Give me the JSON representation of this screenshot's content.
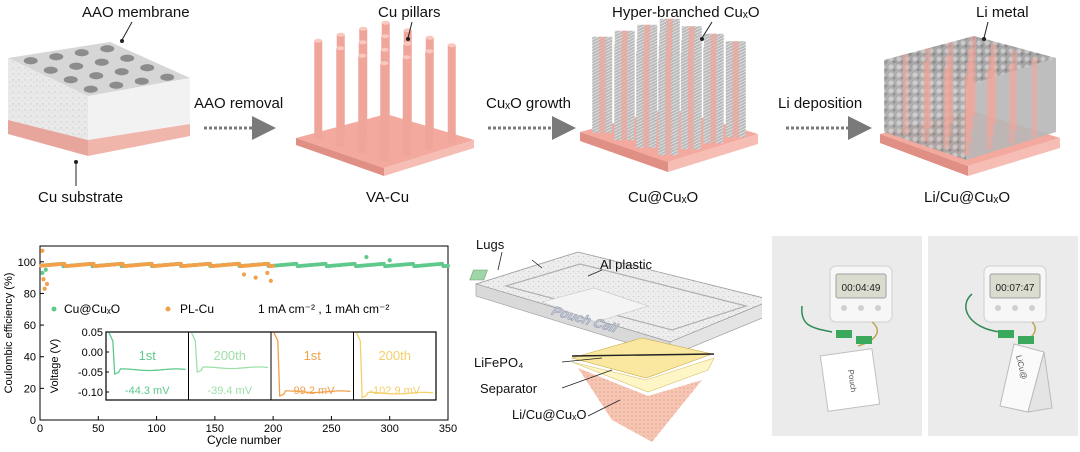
{
  "schematic": {
    "stage1": {
      "top_label": "AAO membrane",
      "bottom_label": "Cu substrate"
    },
    "arrow1": "AAO removal",
    "stage2": {
      "top_label": "Cu pillars",
      "bottom_label": "VA-Cu"
    },
    "arrow2": "CuₓO growth",
    "stage3": {
      "top_label": "Hyper-branched CuₓO",
      "bottom_label": "Cu@CuₓO"
    },
    "arrow3": "Li deposition",
    "stage4": {
      "top_label": "Li metal",
      "bottom_label": "Li/Cu@CuₓO"
    }
  },
  "chart_data": {
    "type": "scatter",
    "xlabel": "Cycle number",
    "ylabel": "Coulombic efficiency (%)",
    "xlim": [
      0,
      350
    ],
    "ylim": [
      0,
      110
    ],
    "xticks": [
      0,
      50,
      100,
      150,
      200,
      250,
      300,
      350
    ],
    "yticks": [
      0,
      20,
      40,
      60,
      80,
      100
    ],
    "condition": "1 mA cm⁻² , 1 mAh cm⁻²",
    "series": [
      {
        "name": "Cu@CuₓO",
        "color": "#5fc98c",
        "x_range": [
          1,
          350
        ],
        "typical_value": 98,
        "outliers": [
          [
            2,
            93
          ],
          [
            5,
            95
          ],
          [
            280,
            103
          ],
          [
            300,
            101
          ]
        ]
      },
      {
        "name": "PL-Cu",
        "color": "#f2a04a",
        "x_range": [
          1,
          200
        ],
        "typical_value": 98,
        "outliers": [
          [
            2,
            107
          ],
          [
            3,
            89
          ],
          [
            4,
            83
          ],
          [
            6,
            86
          ],
          [
            175,
            92
          ],
          [
            185,
            90
          ],
          [
            195,
            93
          ],
          [
            198,
            88
          ]
        ]
      }
    ],
    "inset": {
      "ylabel": "Voltage (V)",
      "ylim": [
        -0.12,
        0.05
      ],
      "yticks": [
        "0.05",
        "0.00",
        "-0.05",
        "-0.10"
      ],
      "panels": [
        {
          "label": "1st",
          "value": "-44.3 mV",
          "color": "#5fc98c"
        },
        {
          "label": "200th",
          "value": "-39.4 mV",
          "color": "#9de0a8"
        },
        {
          "label": "1st",
          "value": "-99.2 mV",
          "color": "#f2a04a"
        },
        {
          "label": "200th",
          "value": "-102.9 mV",
          "color": "#f5cf6a"
        }
      ]
    }
  },
  "pouch": {
    "lugs": "Lugs",
    "al_plastic": "Al plastic",
    "cell_text": "Pouch Cell",
    "cathode": "LiFePO₄",
    "separator": "Separator",
    "anode": "Li/Cu@CuₓO"
  },
  "photos": [
    {
      "timer": "00:04:49",
      "pouch_text": "Pouch"
    },
    {
      "timer": "00:07:47",
      "pouch_text": "LiCu@"
    }
  ]
}
